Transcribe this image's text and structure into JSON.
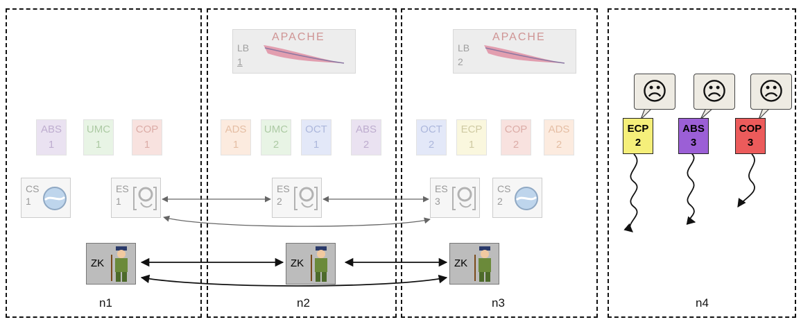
{
  "nodes": [
    {
      "label": "n1"
    },
    {
      "label": "n2"
    },
    {
      "label": "n3"
    },
    {
      "label": "n4"
    }
  ],
  "load_balancers": [
    {
      "label": "LB",
      "index": "1",
      "logo_text": "APACHE"
    },
    {
      "label": "LB",
      "index": "2",
      "logo_text": "APACHE"
    }
  ],
  "services": {
    "n1": [
      {
        "name": "ABS",
        "num": "1",
        "bg": "#d9cce6",
        "fg": "#8a6aa8"
      },
      {
        "name": "UMC",
        "num": "1",
        "bg": "#d7ecd0",
        "fg": "#6aa05a"
      },
      {
        "name": "COP",
        "num": "1",
        "bg": "#f3cbc6",
        "fg": "#c06a60"
      }
    ],
    "n2": [
      {
        "name": "ADS",
        "num": "1",
        "bg": "#fadcc6",
        "fg": "#d08a5a"
      },
      {
        "name": "UMC",
        "num": "2",
        "bg": "#d7ecd0",
        "fg": "#6aa05a"
      },
      {
        "name": "OCT",
        "num": "1",
        "bg": "#cdd6f3",
        "fg": "#6a7ec0"
      },
      {
        "name": "ABS",
        "num": "2",
        "bg": "#d9cce6",
        "fg": "#8a6aa8"
      }
    ],
    "n3": [
      {
        "name": "OCT",
        "num": "2",
        "bg": "#cdd6f3",
        "fg": "#6a7ec0"
      },
      {
        "name": "ECP",
        "num": "1",
        "bg": "#f7f2c4",
        "fg": "#a8a058"
      },
      {
        "name": "COP",
        "num": "2",
        "bg": "#f3cbc6",
        "fg": "#c06a60"
      },
      {
        "name": "ADS",
        "num": "2",
        "bg": "#fadcc6",
        "fg": "#d08a5a"
      }
    ]
  },
  "stores": {
    "cs1": {
      "label": "CS",
      "num": "1"
    },
    "es1": {
      "label": "ES",
      "num": "1"
    },
    "es2": {
      "label": "ES",
      "num": "2"
    },
    "es3": {
      "label": "ES",
      "num": "3"
    },
    "cs2": {
      "label": "CS",
      "num": "2"
    }
  },
  "zookeepers": [
    {
      "label": "ZK"
    },
    {
      "label": "ZK"
    },
    {
      "label": "ZK"
    }
  ],
  "failed_services": [
    {
      "name": "ECP",
      "num": "2",
      "bg": "#f5ef7a",
      "fg": "#000000",
      "face": "☹"
    },
    {
      "name": "ABS",
      "num": "3",
      "bg": "#9b5fd6",
      "fg": "#000000",
      "face": "☹"
    },
    {
      "name": "COP",
      "num": "3",
      "bg": "#ec5b5b",
      "fg": "#000000",
      "face": "☹"
    }
  ]
}
